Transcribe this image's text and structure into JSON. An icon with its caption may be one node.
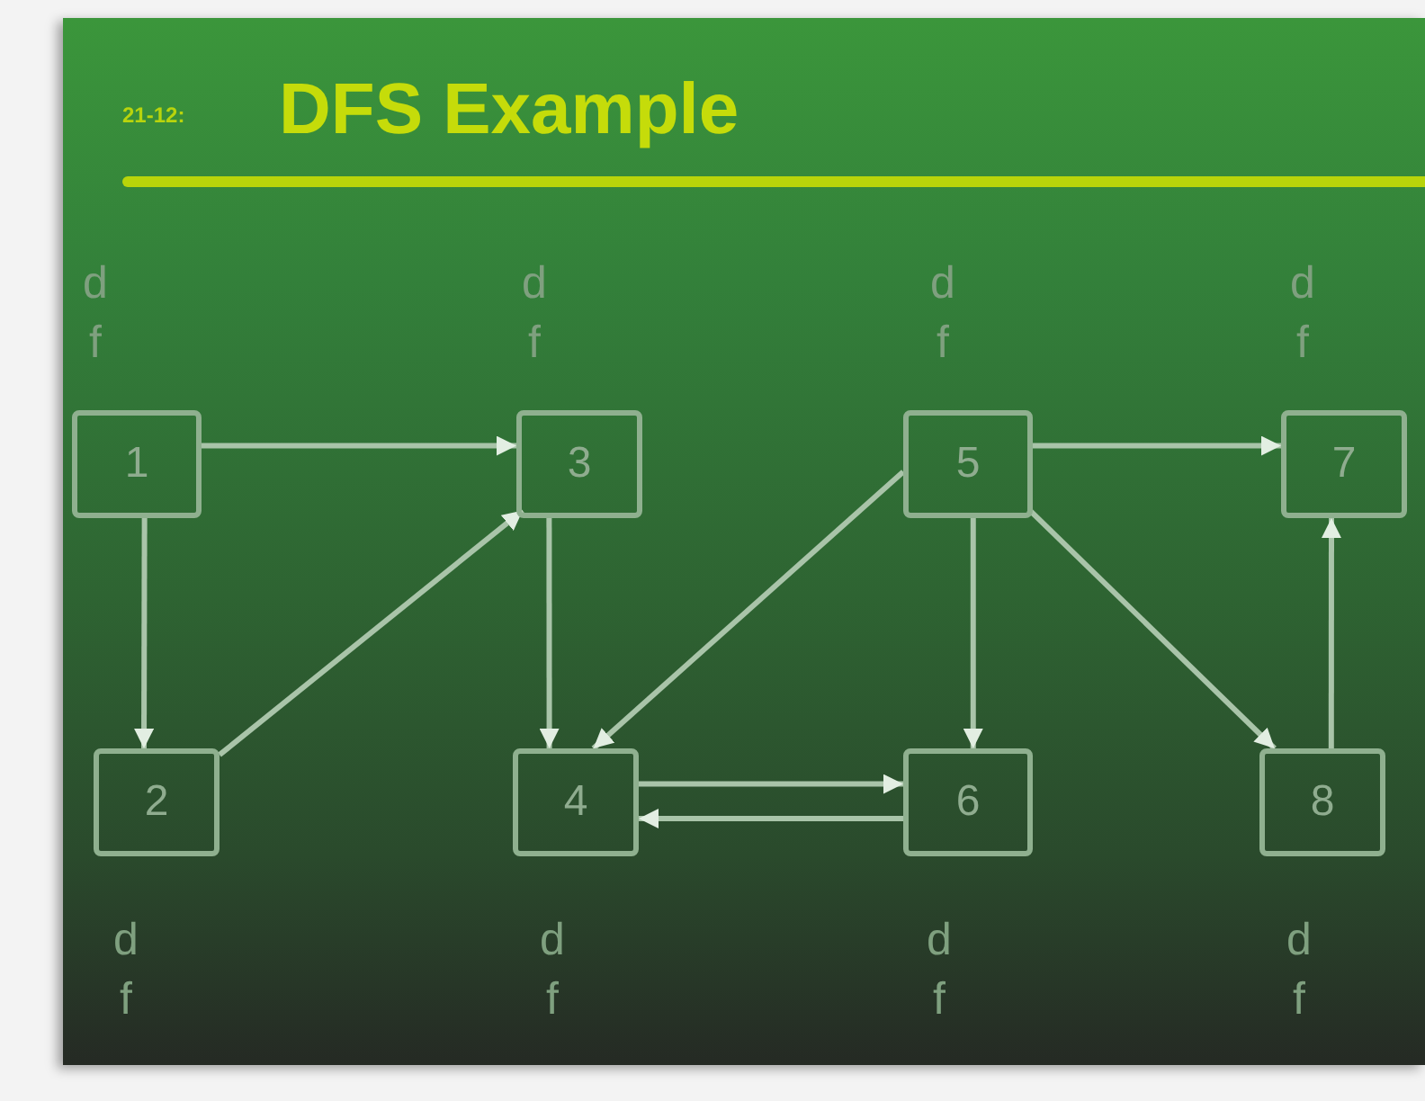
{
  "diagram": {
    "title": "DFS Example",
    "nodes": [
      {
        "text": [
          "1"
        ],
        "beside": [
          "d",
          "f"
        ]
      },
      {
        "text": [
          "3"
        ],
        "beside": [
          "d",
          "f"
        ]
      },
      {
        "text": [
          "5"
        ],
        "beside": [
          "d",
          "f"
        ]
      },
      {
        "text": [
          "7"
        ],
        "beside": [
          "d",
          "f"
        ]
      },
      {
        "text": [
          "2"
        ],
        "beside": [
          "d",
          "f"
        ]
      },
      {
        "text": [
          "4"
        ],
        "beside": [
          "d",
          "f"
        ]
      },
      {
        "text": [
          "6"
        ],
        "beside": [
          "d",
          "f"
        ]
      },
      {
        "text": [
          "8"
        ],
        "beside": [
          "d",
          "f"
        ]
      }
    ],
    "edges": [
      {
        "from": 0,
        "to": 1,
        "arrow": "to"
      },
      {
        "from": 0,
        "to": 4,
        "arrow": "to"
      },
      {
        "from": 4,
        "to": 1,
        "arrow": "to"
      },
      {
        "from": 1,
        "to": 5,
        "arrow": "to"
      },
      {
        "from": 2,
        "to": 5,
        "arrow": "to"
      },
      {
        "from": 2,
        "to": 3,
        "arrow": "to"
      },
      {
        "from": 2,
        "to": 6,
        "arrow": "to"
      },
      {
        "from": 2,
        "to": 7,
        "arrow": "to"
      },
      {
        "from": 7,
        "to": 3,
        "arrow": "to"
      },
      {
        "from": 5,
        "to": 6,
        "arrow": "to"
      },
      {
        "from": 6,
        "to": 5,
        "arrow": "to"
      }
    ],
    "labels": [
      "21-12:"
    ]
  }
}
